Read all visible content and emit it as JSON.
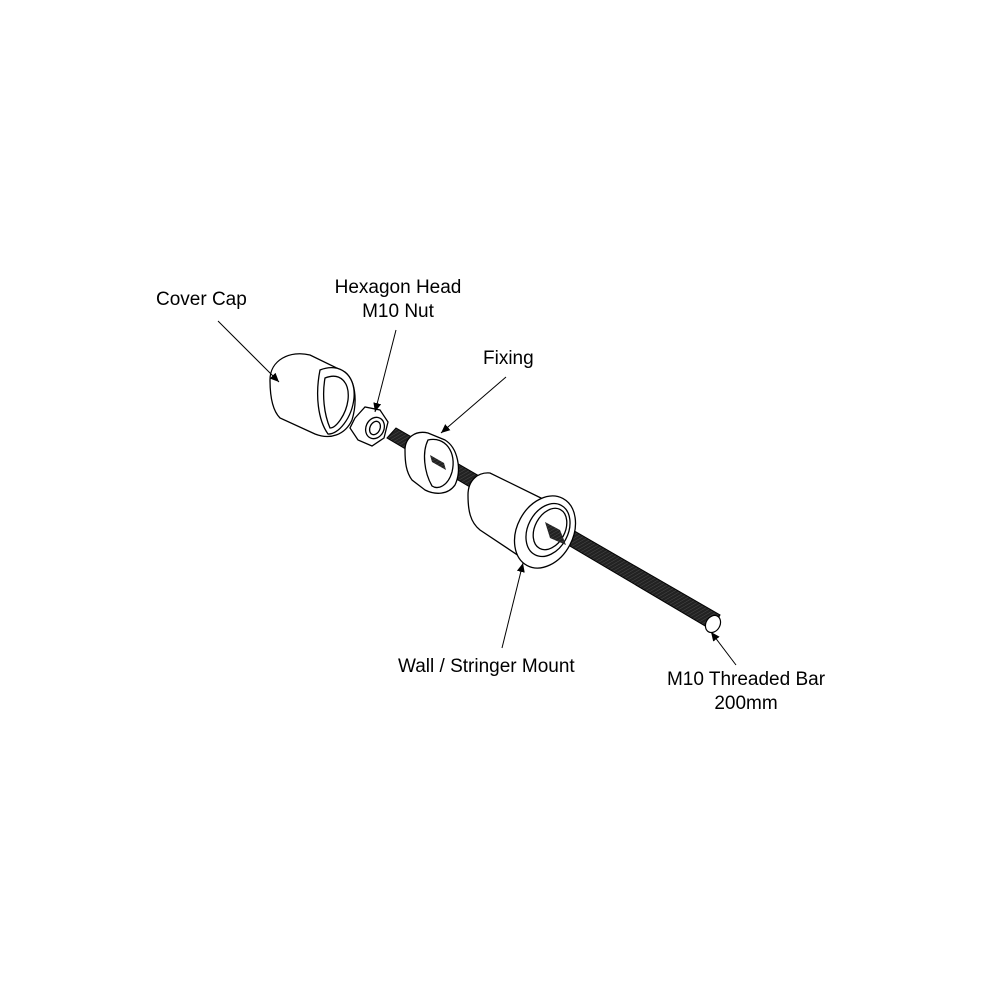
{
  "diagram": {
    "type": "exploded-assembly",
    "background": "#ffffff",
    "line_color": "#000000",
    "labels": {
      "cover_cap": "Cover Cap",
      "nut_line1": "Hexagon Head",
      "nut_line2": "M10 Nut",
      "fixing": "Fixing",
      "mount": "Wall / Stringer Mount",
      "bar_line1": "M10 Threaded Bar",
      "bar_line2": "200mm"
    }
  }
}
